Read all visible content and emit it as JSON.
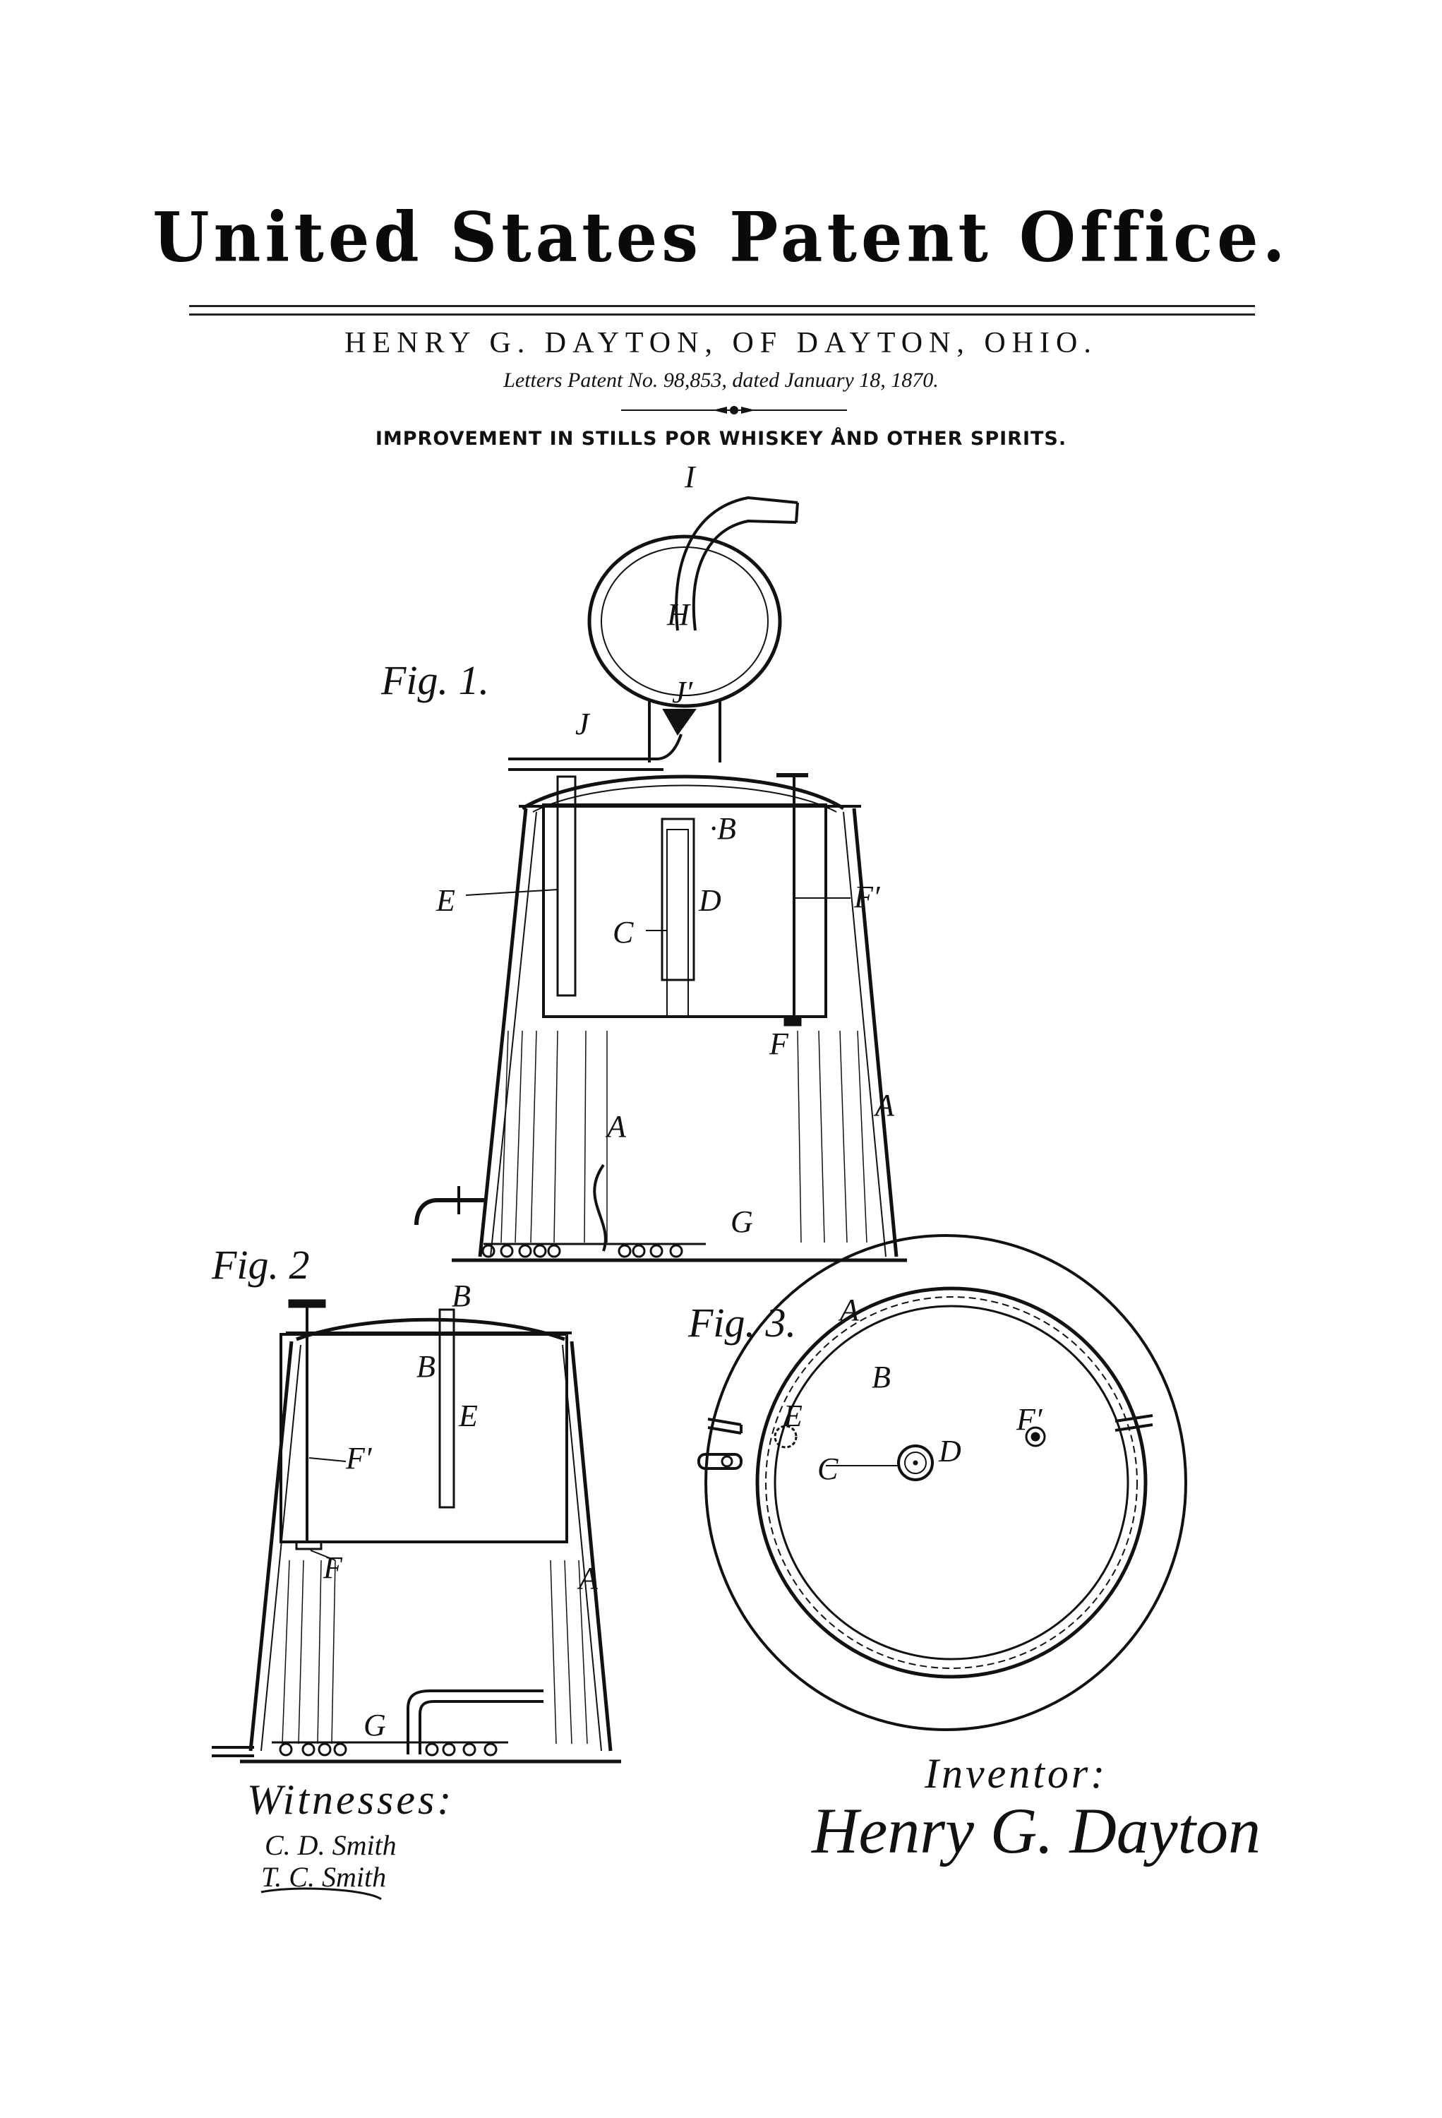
{
  "document": {
    "header": {
      "office_title": "United States Patent Office.",
      "inventor_line": "HENRY G. DAYTON, OF DAYTON, OHIO.",
      "patent_line": "Letters Patent No. 98,853, dated January 18, 1870.",
      "subject": "IMPROVEMENT IN STILLS POR WHISKEY ÅND OTHER SPIRITS."
    },
    "figures": [
      {
        "label": "Fig. 1.",
        "parts": {
          "I": "I",
          "H": "H",
          "J_prime": "J′",
          "J": "J",
          "B": "·B",
          "E": "E",
          "C": "C",
          "D": "D",
          "F_prime": "F′",
          "F": "F",
          "A_inner": "A",
          "A_outer": "A",
          "G": "G"
        }
      },
      {
        "label": "Fig. 2",
        "parts": {
          "B_top": "B",
          "B_inner": "B",
          "E": "E",
          "F_prime": "F′",
          "F": "F",
          "A": "A",
          "G": "G"
        }
      },
      {
        "label": "Fig. 3.",
        "parts": {
          "A": "A",
          "B": "B",
          "E": "E",
          "F_prime": "F′",
          "C": "C",
          "D": "D"
        }
      }
    ],
    "witnesses": {
      "heading": "Witnesses:",
      "names": [
        "C. D. Smith",
        "T. C. Smith"
      ]
    },
    "inventor": {
      "heading": "Inventor:",
      "signature": "Henry G. Dayton"
    },
    "colors": {
      "ink": "#111111",
      "paper": "#ffffff"
    }
  }
}
